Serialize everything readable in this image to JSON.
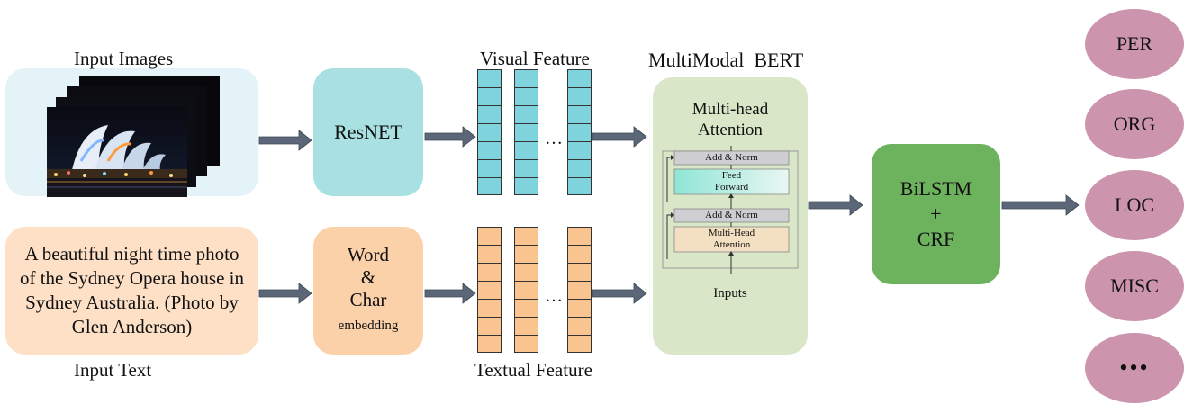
{
  "input_images": {
    "label": "Input Images"
  },
  "input_text": {
    "label": "Input Text",
    "lines": [
      "A beautiful night time photo",
      "of the Sydney Opera house in",
      "Sydney Australia. (Photo by",
      "Glen Anderson)"
    ]
  },
  "resnet": {
    "label": "ResNET"
  },
  "embed": {
    "line1": "Word",
    "line2": "&",
    "line3": "Char",
    "line4": "embedding"
  },
  "visual_feature": {
    "label": "Visual Feature",
    "dots": "…"
  },
  "textual_feature": {
    "label": "Textual Feature",
    "dots": "…"
  },
  "bert": {
    "title": "MultiModal  BERT",
    "attention_line1": "Multi-head",
    "attention_line2": "Attention",
    "add_norm_top": "Add & Norm",
    "feed_line1": "Feed",
    "feed_line2": "Forward",
    "add_norm_bottom": "Add & Norm",
    "mha_line1": "Multi-Head",
    "mha_line2": "Attention",
    "inputs": "Inputs"
  },
  "bilstm": {
    "line1": "BiLSTM",
    "line2": "+",
    "line3": "CRF"
  },
  "outputs": [
    "PER",
    "ORG",
    "LOC",
    "MISC",
    "•••"
  ],
  "colors": {
    "image_panel": "#e3f3f8",
    "resnet": "#a9e1e3",
    "visual_cell": "#7fd3dc",
    "text_panel": "#fde0c6",
    "embed": "#fbd1a9",
    "textual_cell": "#f9c48f",
    "bert": "#d9e6c7",
    "bilstm": "#6db35e",
    "ellipse": "#cc95ad",
    "arrow": "#5b6778"
  }
}
